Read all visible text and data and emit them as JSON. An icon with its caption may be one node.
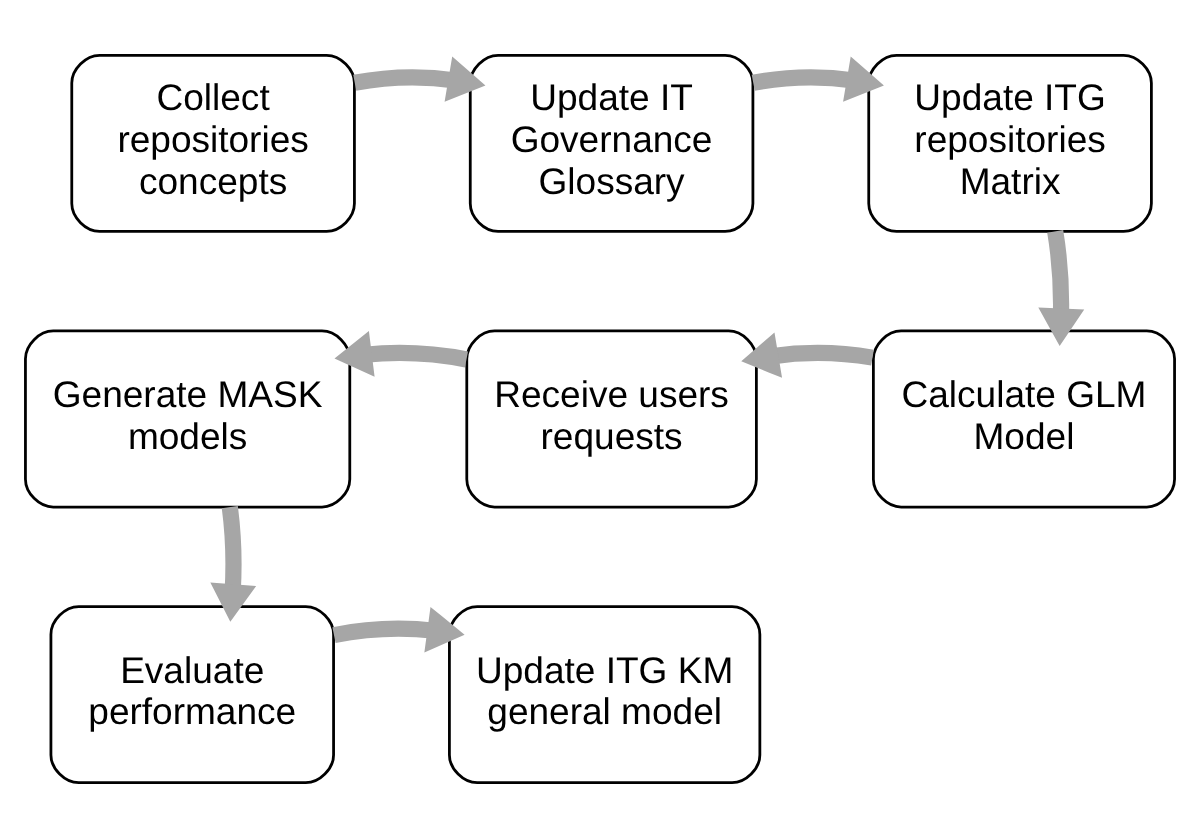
{
  "diagram": {
    "nodes": [
      {
        "text": [
          "Collect repositories concepts"
        ]
      },
      {
        "text": [
          "Update IT Governance Glossary"
        ]
      },
      {
        "text": [
          "Update ITG repositories Matrix"
        ]
      },
      {
        "text": [
          "Generate MASK models"
        ]
      },
      {
        "text": [
          "Receive users requests"
        ]
      },
      {
        "text": [
          "Calculate GLM Model"
        ]
      },
      {
        "text": [
          "Evaluate performance"
        ]
      },
      {
        "text": [
          "Update ITG KM general model"
        ]
      }
    ],
    "edges": [
      {
        "from": 0,
        "to": 1,
        "arrow": "to"
      },
      {
        "from": 1,
        "to": 2,
        "arrow": "to"
      },
      {
        "from": 2,
        "to": 5,
        "arrow": "to"
      },
      {
        "from": 5,
        "to": 4,
        "arrow": "to"
      },
      {
        "from": 4,
        "to": 3,
        "arrow": "to"
      },
      {
        "from": 3,
        "to": 6,
        "arrow": "to"
      },
      {
        "from": 6,
        "to": 7,
        "arrow": "to"
      }
    ]
  }
}
